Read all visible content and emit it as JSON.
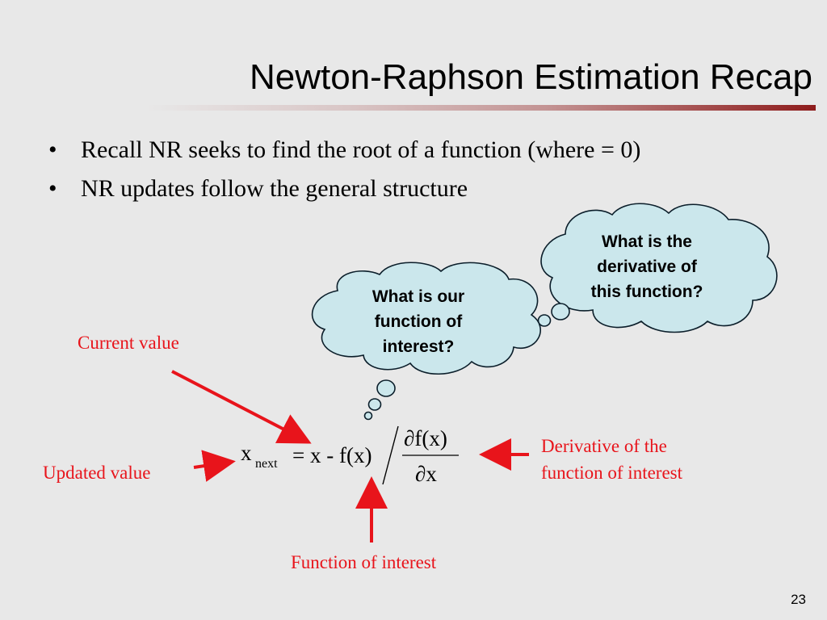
{
  "slide": {
    "title": "Newton-Raphson Estimation Recap",
    "page_number": "23",
    "bullet_char": "•",
    "bullets": [
      "Recall NR seeks to find the root of a function (where = 0)",
      "NR updates follow the general structure"
    ]
  },
  "clouds": {
    "function_question": "What is our function of interest?",
    "derivative_question": "What is the derivative of this function?"
  },
  "equation": {
    "x_symbol": "x",
    "subscript": "next",
    "rhs": "= x - f(x)",
    "numerator": "∂f(x)",
    "denominator": "∂x"
  },
  "labels": {
    "current_value": "Current value",
    "updated_value": "Updated value",
    "derivative_line1": "Derivative of the",
    "derivative_line2": "function of interest",
    "function_of_interest": "Function of interest"
  },
  "colors": {
    "cloud_fill": "#cbe7ec",
    "annotation_red": "#e8141b",
    "title_rule_accent": "#8e1c1c"
  }
}
